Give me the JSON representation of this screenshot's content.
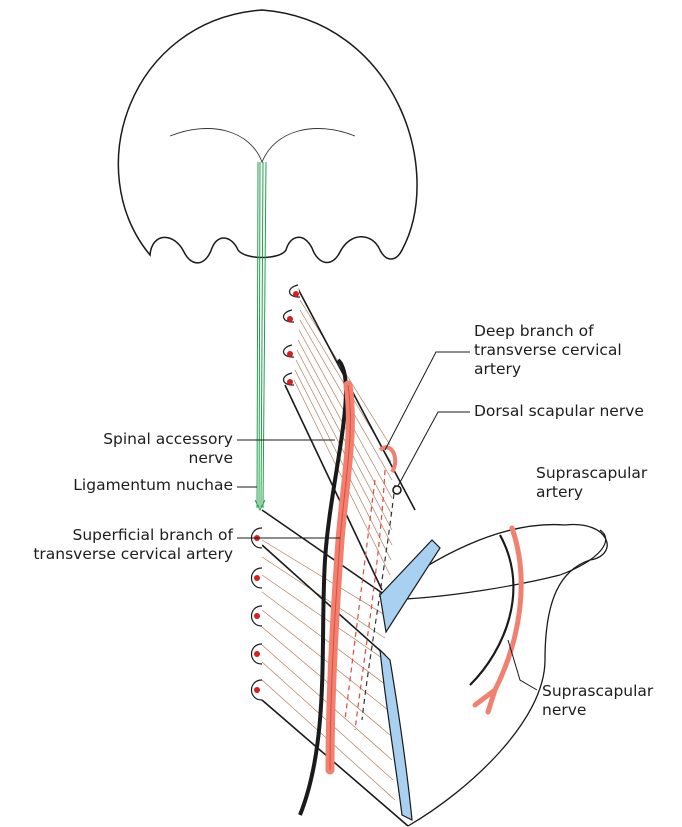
{
  "labels": {
    "deep_branch": [
      "Deep branch of",
      "transverse cervical",
      "artery"
    ],
    "dorsal_scapular": "Dorsal scapular nerve",
    "spinal_accessory": [
      "Spinal accessory",
      "nerve"
    ],
    "ligamentum_nuchae": "Ligamentum nuchae",
    "superficial_branch": [
      "Superficial branch of",
      "transverse cervical artery"
    ],
    "suprascapular_artery": [
      "Suprascapular",
      "artery"
    ],
    "suprascapular_nerve": [
      "Suprascapular",
      "nerve"
    ]
  },
  "colors": {
    "outline": "#1a1a1a",
    "artery": "#f28070",
    "artery_dark": "#e04a3a",
    "ligament": "#22a04a",
    "muscle_fibers": "#b08060",
    "scapular_spine": "#a8d0f0",
    "origin_dots": "#d81e1e"
  }
}
